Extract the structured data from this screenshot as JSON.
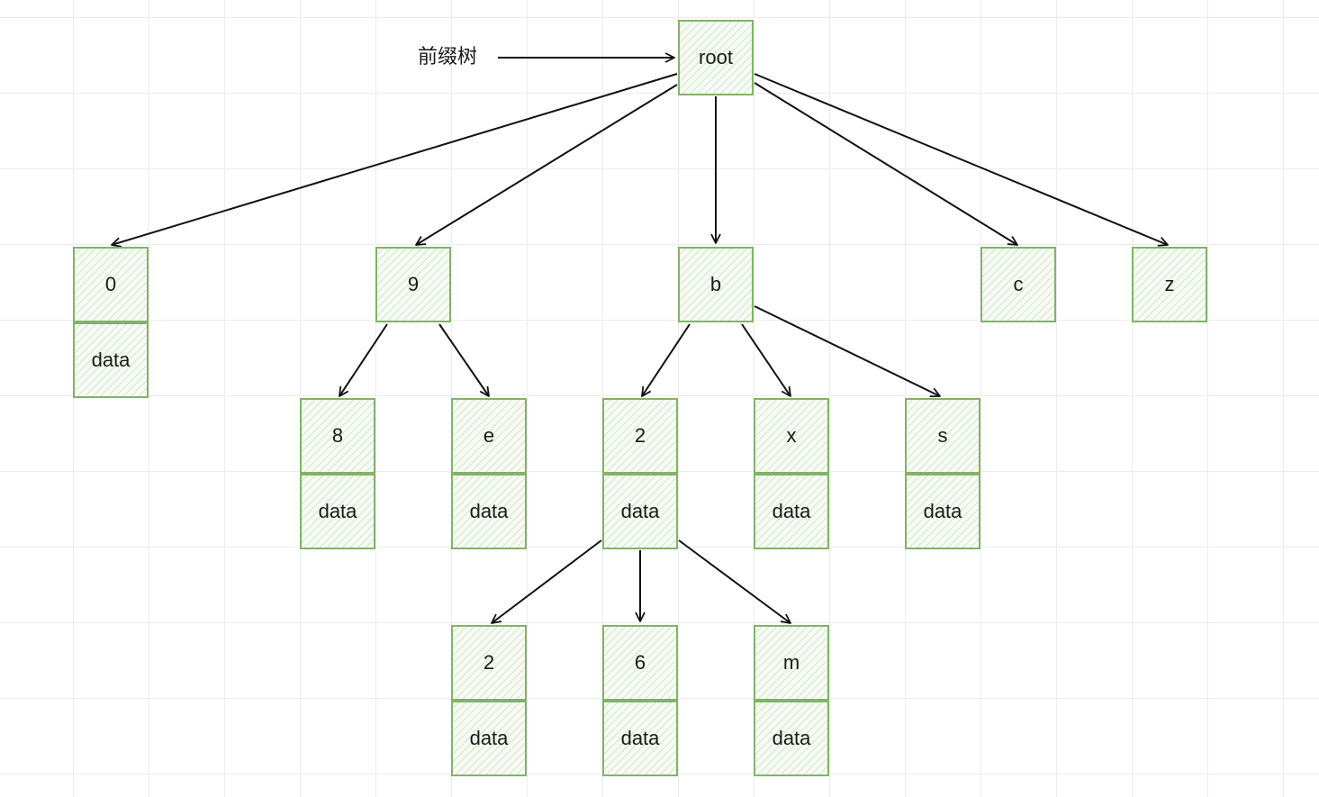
{
  "diagram": {
    "caption": "前缀树",
    "root": "root",
    "level1": [
      {
        "key": "0",
        "data": "data"
      },
      {
        "key": "9"
      },
      {
        "key": "b"
      },
      {
        "key": "c"
      },
      {
        "key": "z"
      }
    ],
    "level2": [
      {
        "key": "8",
        "data": "data"
      },
      {
        "key": "e",
        "data": "data"
      },
      {
        "key": "2",
        "data": "data"
      },
      {
        "key": "x",
        "data": "data"
      },
      {
        "key": "s",
        "data": "data"
      }
    ],
    "level3": [
      {
        "key": "2",
        "data": "data"
      },
      {
        "key": "6",
        "data": "data"
      },
      {
        "key": "m",
        "data": "data"
      }
    ]
  },
  "colors": {
    "node_border": "#82b366",
    "node_fill": "#f7fbf4",
    "edge": "#111111"
  }
}
